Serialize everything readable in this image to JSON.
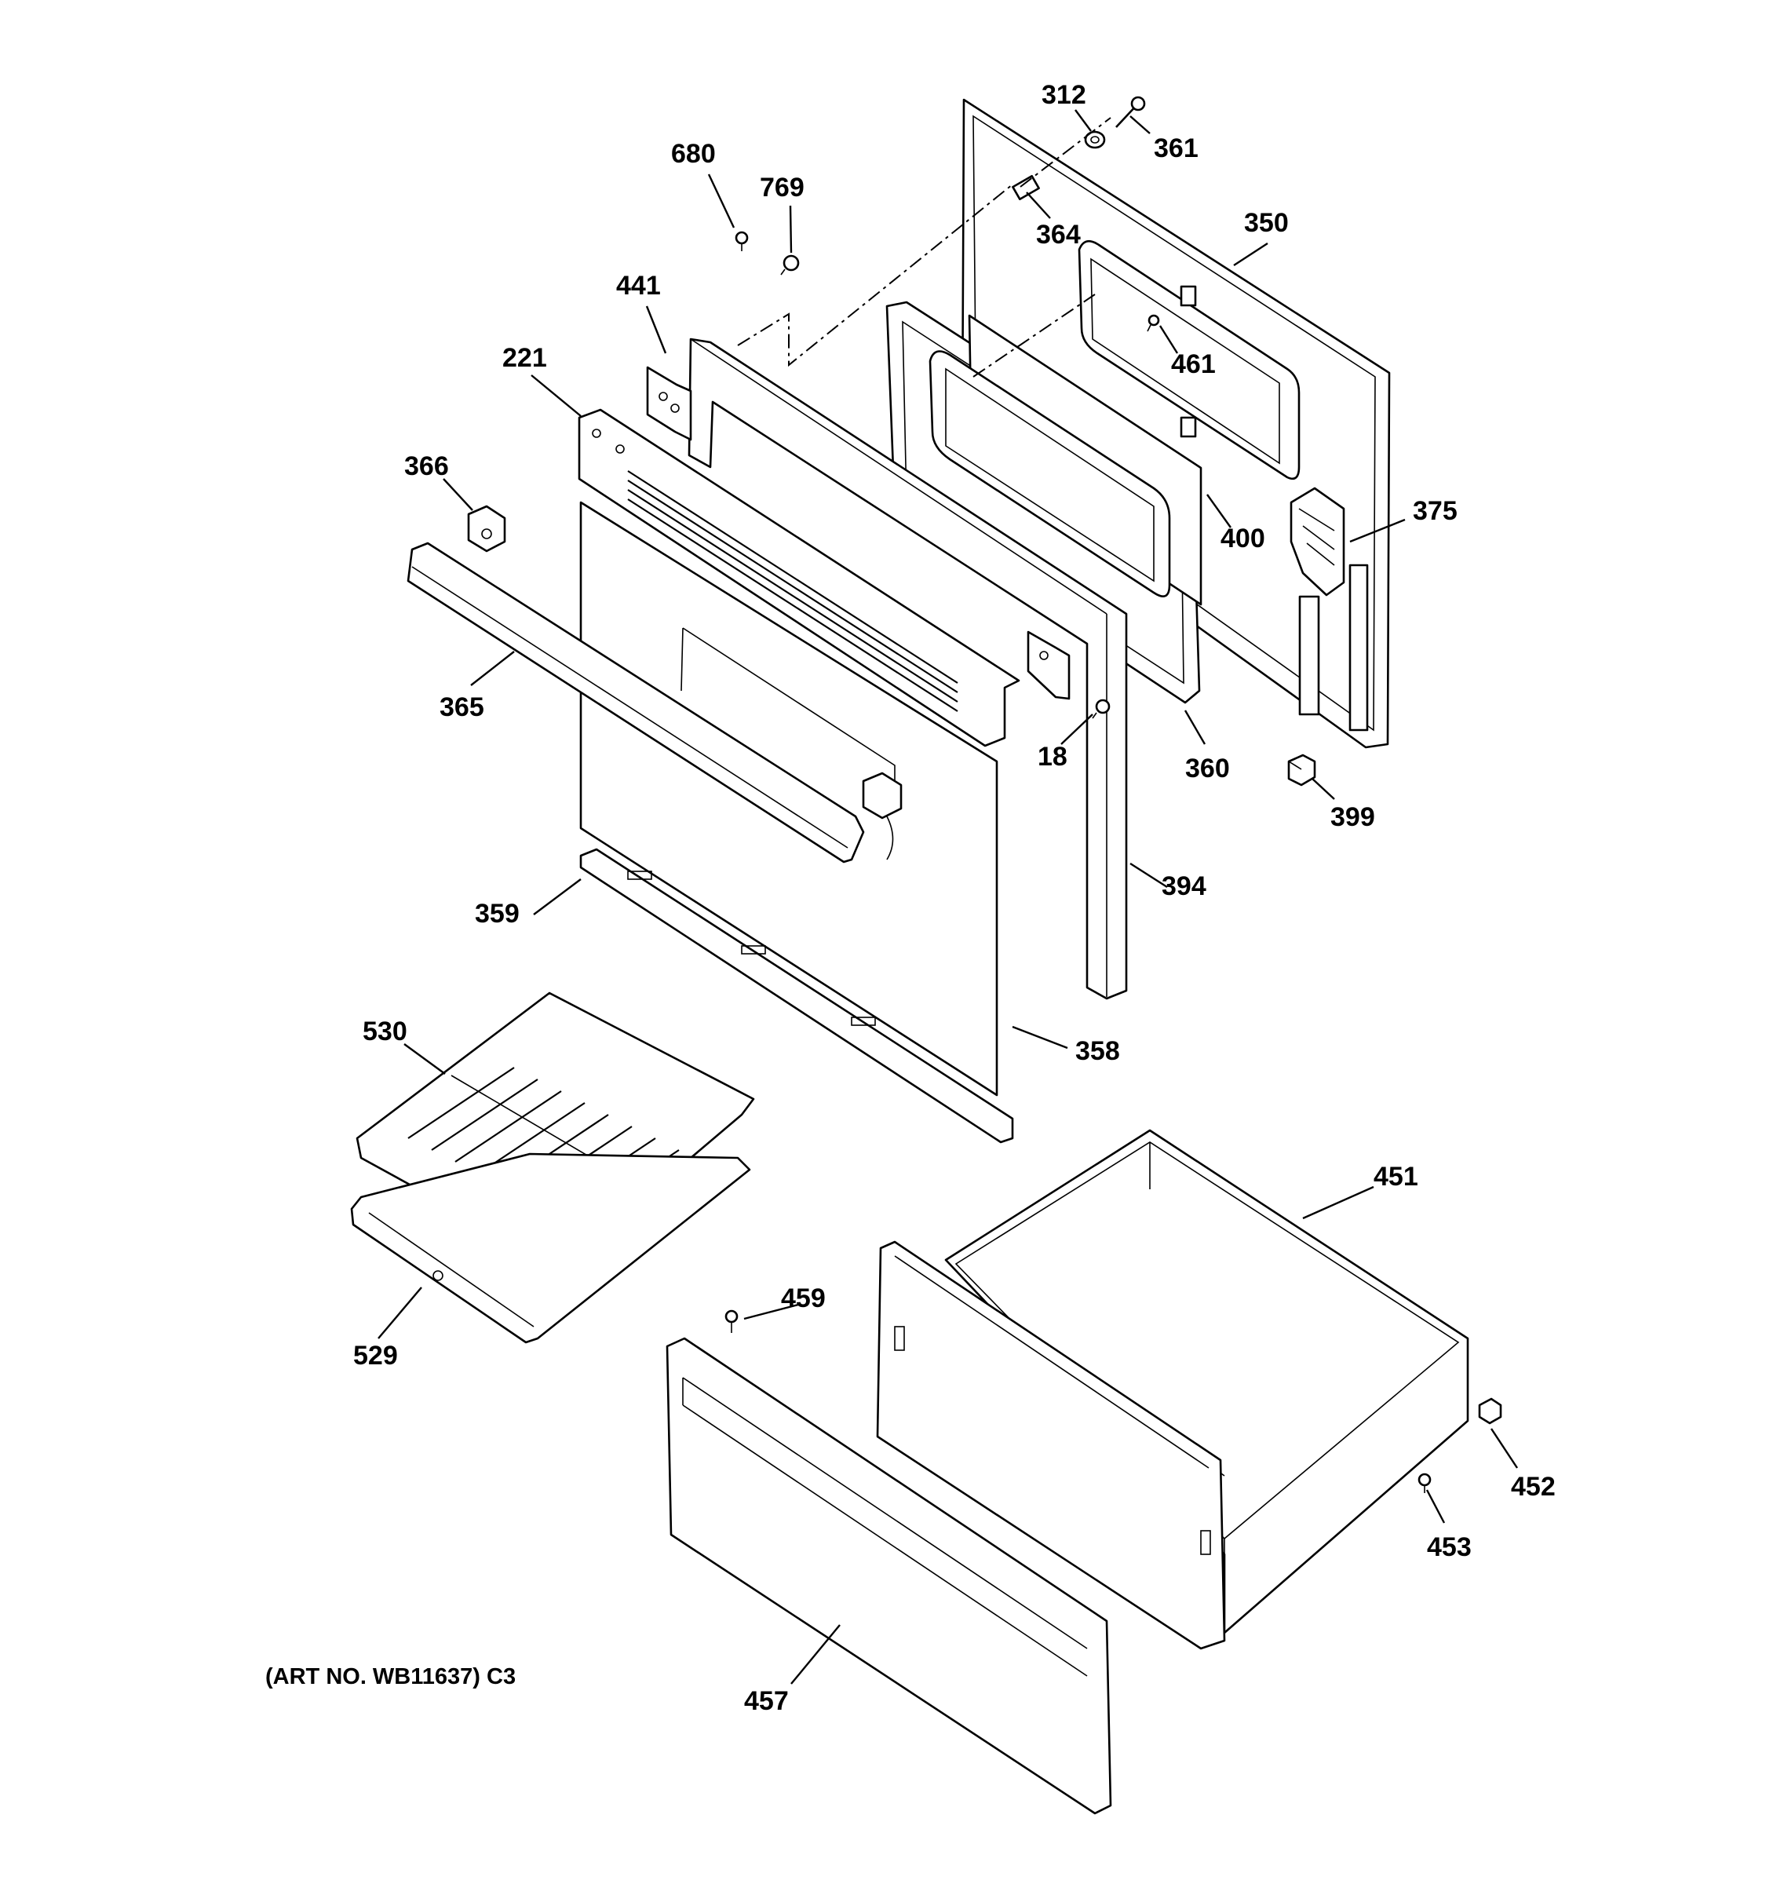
{
  "diagram": {
    "caption": "(ART NO. WB11637) C3",
    "callouts": [
      {
        "id": "312",
        "label": "312"
      },
      {
        "id": "361",
        "label": "361"
      },
      {
        "id": "680",
        "label": "680"
      },
      {
        "id": "769",
        "label": "769"
      },
      {
        "id": "364",
        "label": "364"
      },
      {
        "id": "350",
        "label": "350"
      },
      {
        "id": "441",
        "label": "441"
      },
      {
        "id": "461",
        "label": "461"
      },
      {
        "id": "221",
        "label": "221"
      },
      {
        "id": "366",
        "label": "366"
      },
      {
        "id": "375",
        "label": "375"
      },
      {
        "id": "400",
        "label": "400"
      },
      {
        "id": "365",
        "label": "365"
      },
      {
        "id": "18",
        "label": "18"
      },
      {
        "id": "360",
        "label": "360"
      },
      {
        "id": "399",
        "label": "399"
      },
      {
        "id": "394",
        "label": "394"
      },
      {
        "id": "359",
        "label": "359"
      },
      {
        "id": "530",
        "label": "530"
      },
      {
        "id": "358",
        "label": "358"
      },
      {
        "id": "451",
        "label": "451"
      },
      {
        "id": "459",
        "label": "459"
      },
      {
        "id": "529",
        "label": "529"
      },
      {
        "id": "452",
        "label": "452"
      },
      {
        "id": "453",
        "label": "453"
      },
      {
        "id": "457",
        "label": "457"
      }
    ]
  }
}
